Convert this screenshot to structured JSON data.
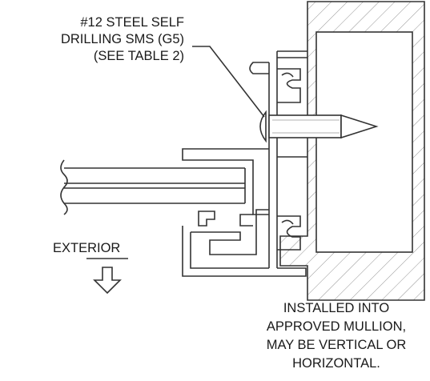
{
  "callout": {
    "line1": "#12 STEEL SELF",
    "line2": "DRILLING SMS (G5)",
    "line3": "(SEE TABLE 2)"
  },
  "exterior_label": "EXTERIOR",
  "note": {
    "line1": "INSTALLED INTO",
    "line2": "APPROVED MULLION,",
    "line3": "MAY BE VERTICAL OR",
    "line4": "HORIZONTAL."
  }
}
